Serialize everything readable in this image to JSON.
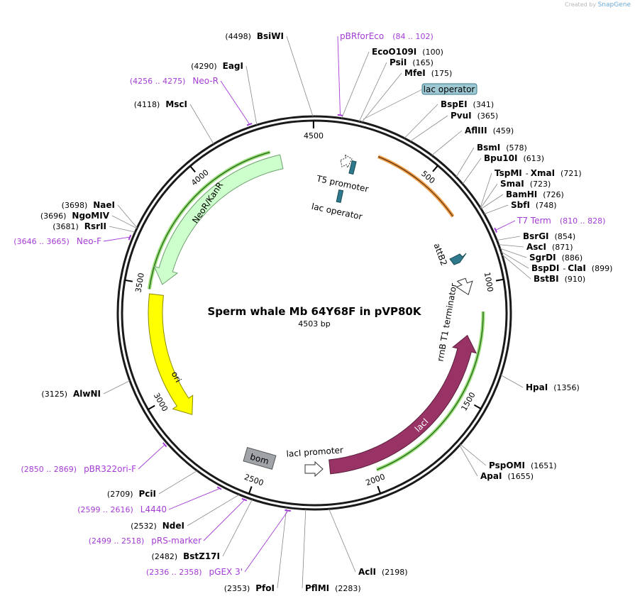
{
  "credit": {
    "prefix": "Created by",
    "brand": "SnapGene"
  },
  "title": "Sperm whale Mb 64Y68F in pVP80K",
  "length": "4503 bp",
  "ticks": [
    {
      "label": "500",
      "pos": 500
    },
    {
      "label": "1000",
      "pos": 1000
    },
    {
      "label": "1500",
      "pos": 1500
    },
    {
      "label": "2000",
      "pos": 2000
    },
    {
      "label": "2500",
      "pos": 2500
    },
    {
      "label": "3000",
      "pos": 3000
    },
    {
      "label": "3500",
      "pos": 3500
    },
    {
      "label": "4000",
      "pos": 4000
    },
    {
      "label": "4500",
      "pos": 4500
    }
  ],
  "enzymes": [
    {
      "name": "BsiWI",
      "num": "(4498)",
      "pos": 4498
    },
    {
      "name": "EcoO109I",
      "num": "(100)",
      "pos": 100
    },
    {
      "name": "PsiI",
      "num": "(165)",
      "pos": 165
    },
    {
      "name": "MfeI",
      "num": "(175)",
      "pos": 175
    },
    {
      "name": "BspEI",
      "num": "(341)",
      "pos": 341
    },
    {
      "name": "PvuI",
      "num": "(365)",
      "pos": 365
    },
    {
      "name": "AflIII",
      "num": "(459)",
      "pos": 459
    },
    {
      "name": "BsmI",
      "num": "(578)",
      "pos": 578
    },
    {
      "name": "Bpu10I",
      "num": "(613)",
      "pos": 613
    },
    {
      "name": "TspMI",
      "name2": "XmaI",
      "num": "(721)",
      "pos": 721
    },
    {
      "name": "SmaI",
      "num": "(723)",
      "pos": 723
    },
    {
      "name": "BamHI",
      "num": "(726)",
      "pos": 726
    },
    {
      "name": "SbfI",
      "num": "(748)",
      "pos": 748
    },
    {
      "name": "BsrGI",
      "num": "(854)",
      "pos": 854
    },
    {
      "name": "AscI",
      "num": "(871)",
      "pos": 871
    },
    {
      "name": "SgrDI",
      "num": "(886)",
      "pos": 886
    },
    {
      "name": "BspDI",
      "name2": "ClaI",
      "num": "(899)",
      "pos": 899
    },
    {
      "name": "BstBI",
      "num": "(910)",
      "pos": 910
    },
    {
      "name": "HpaI",
      "num": "(1356)",
      "pos": 1356
    },
    {
      "name": "PspOMI",
      "num": "(1651)",
      "pos": 1651
    },
    {
      "name": "ApaI",
      "num": "(1655)",
      "pos": 1655
    },
    {
      "name": "AclI",
      "num": "(2198)",
      "pos": 2198
    },
    {
      "name": "PflMI",
      "num": "(2283)",
      "pos": 2283
    },
    {
      "name": "PfoI",
      "num": "(2353)",
      "pos": 2353
    },
    {
      "name": "BstZ17I",
      "num": "(2482)",
      "pos": 2482
    },
    {
      "name": "NdeI",
      "num": "(2532)",
      "pos": 2532
    },
    {
      "name": "PciI",
      "num": "(2709)",
      "pos": 2709
    },
    {
      "name": "AlwNI",
      "num": "(3125)",
      "pos": 3125
    },
    {
      "name": "RsrII",
      "num": "(3681)",
      "pos": 3681
    },
    {
      "name": "NgoMIV",
      "num": "(3696)",
      "pos": 3696
    },
    {
      "name": "NaeI",
      "num": "(3698)",
      "pos": 3698
    },
    {
      "name": "MscI",
      "num": "(4118)",
      "pos": 4118
    },
    {
      "name": "EagI",
      "num": "(4290)",
      "pos": 4290
    }
  ],
  "primers": [
    {
      "name": "pBRforEco",
      "num": "(84 .. 102)",
      "start": 84,
      "end": 102
    },
    {
      "name": "T7 Term",
      "num": "(810 .. 828)",
      "start": 810,
      "end": 828
    },
    {
      "name": "pBR322ori-F",
      "num": "(2850 .. 2869)",
      "start": 2850,
      "end": 2869
    },
    {
      "name": "L4440",
      "num": "(2599 .. 2616)",
      "start": 2599,
      "end": 2616
    },
    {
      "name": "pRS-marker",
      "num": "(2499 .. 2518)",
      "start": 2499,
      "end": 2518
    },
    {
      "name": "pGEX 3'",
      "num": "(2336 .. 2358)",
      "start": 2336,
      "end": 2358
    },
    {
      "name": "Neo-F",
      "num": "(3646 .. 3665)",
      "start": 3646,
      "end": 3665
    },
    {
      "name": "Neo-R",
      "num": "(4256 .. 4275)",
      "start": 4256,
      "end": 4275
    }
  ],
  "features": [
    {
      "name": "lac operator",
      "kind": "boxed-label"
    },
    {
      "name": "T5 promoter",
      "kind": "promoter"
    },
    {
      "name": "lac operator",
      "kind": "operator"
    },
    {
      "name": "attB2",
      "kind": "site"
    },
    {
      "name": "rrnB T1 terminator",
      "kind": "terminator"
    },
    {
      "name": "lacI",
      "kind": "gene",
      "color": "#993366"
    },
    {
      "name": "lacI promoter",
      "kind": "promoter"
    },
    {
      "name": "bom",
      "kind": "misc",
      "color": "#a0a4a8"
    },
    {
      "name": "ori",
      "kind": "origin",
      "color": "#ffff00"
    },
    {
      "name": "NeoR/KanR",
      "kind": "gene",
      "color": "#ccffcc"
    }
  ],
  "colors": {
    "primer": "#a43cd6",
    "backbone": "#1a1a1a",
    "orf_orange": "#f0a04a",
    "orf_green": "#5fbf3f",
    "lacI": "#993366",
    "ori": "#ffff00",
    "neo": "#ccffcc",
    "bom": "#a0a4a8",
    "operator_box": "#9fc9d4",
    "teal": "#2e7a8c"
  }
}
